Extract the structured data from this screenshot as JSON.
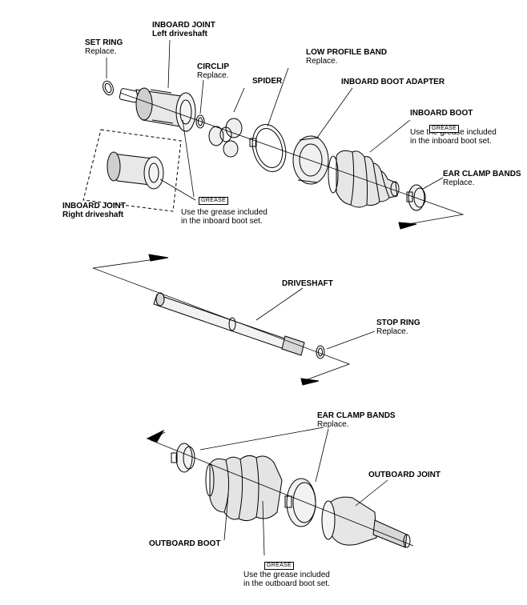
{
  "labels": {
    "set_ring": {
      "title": "SET RING",
      "sub": "Replace."
    },
    "inboard_joint_left": {
      "title": "INBOARD JOINT",
      "title2": "Left driveshaft"
    },
    "circlip": {
      "title": "CIRCLIP",
      "sub": "Replace."
    },
    "spider": {
      "title": "SPIDER"
    },
    "low_profile_band": {
      "title": "LOW PROFILE BAND",
      "sub": "Replace."
    },
    "inboard_boot_adapter": {
      "title": "INBOARD BOOT ADAPTER"
    },
    "inboard_boot": {
      "title": "INBOARD BOOT",
      "note1": "Use the grease included",
      "note2": "in the inboard boot set."
    },
    "ear_clamp_bands_top": {
      "title": "EAR CLAMP BANDS",
      "sub": "Replace."
    },
    "inboard_joint_right": {
      "title": "INBOARD JOINT",
      "title2": "Right driveshaft"
    },
    "grease_note_inboard": {
      "note1": "Use the grease included",
      "note2": "in the inboard boot set."
    },
    "driveshaft": {
      "title": "DRIVESHAFT"
    },
    "stop_ring": {
      "title": "STOP RING",
      "sub": "Replace."
    },
    "ear_clamp_bands_bottom": {
      "title": "EAR CLAMP BANDS",
      "sub": "Replace."
    },
    "outboard_joint": {
      "title": "OUTBOARD JOINT"
    },
    "outboard_boot": {
      "title": "OUTBOARD BOOT"
    },
    "grease_note_outboard": {
      "note1": "Use the grease included",
      "note2": "in the outboard boot set."
    }
  },
  "grease_tag": "GREASE"
}
